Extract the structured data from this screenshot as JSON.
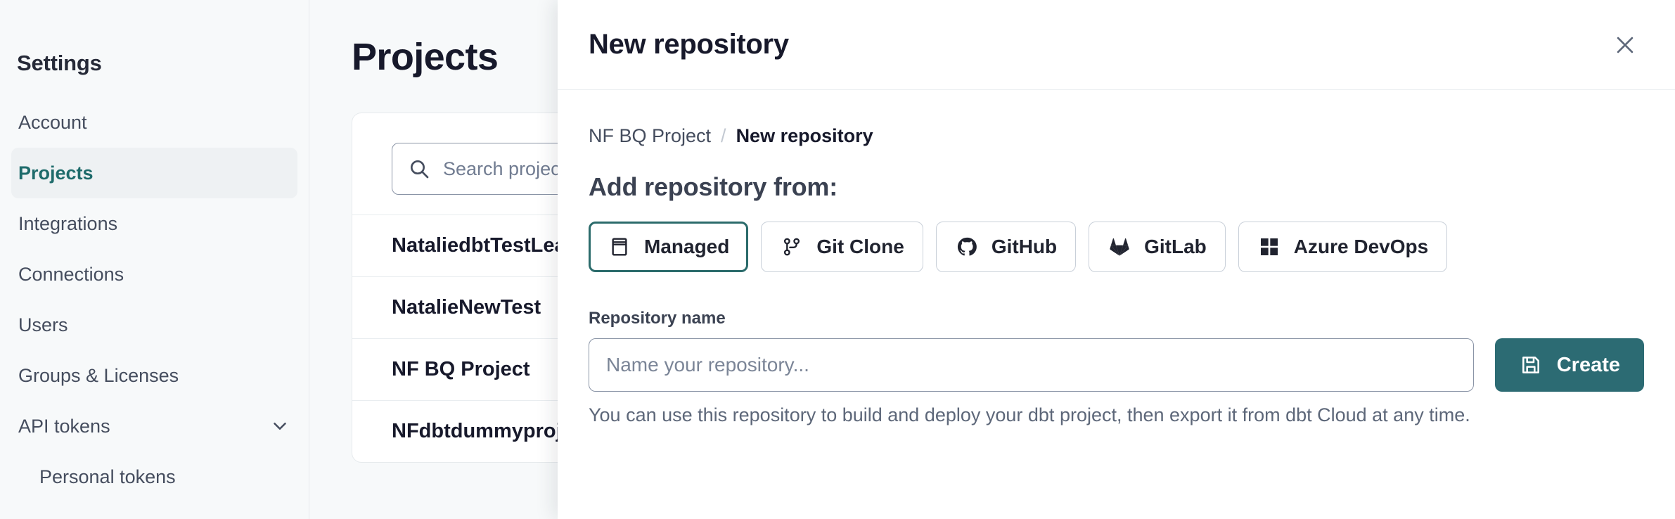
{
  "sidebar": {
    "title": "Settings",
    "items": [
      {
        "label": "Account",
        "active": false,
        "sub": false,
        "chevron": false
      },
      {
        "label": "Projects",
        "active": true,
        "sub": false,
        "chevron": false
      },
      {
        "label": "Integrations",
        "active": false,
        "sub": false,
        "chevron": false
      },
      {
        "label": "Connections",
        "active": false,
        "sub": false,
        "chevron": false
      },
      {
        "label": "Users",
        "active": false,
        "sub": false,
        "chevron": false
      },
      {
        "label": "Groups & Licenses",
        "active": false,
        "sub": false,
        "chevron": false
      },
      {
        "label": "API tokens",
        "active": false,
        "sub": false,
        "chevron": true
      },
      {
        "label": "Personal tokens",
        "active": false,
        "sub": true,
        "chevron": false
      }
    ]
  },
  "main": {
    "page_title": "Projects",
    "search": {
      "placeholder": "Search projects by name...",
      "value": ""
    },
    "projects": [
      {
        "name": "NataliedbtTestLearn T"
      },
      {
        "name": "NatalieNewTest"
      },
      {
        "name": "NF BQ Project"
      },
      {
        "name": "NFdbtdummyproject"
      }
    ]
  },
  "modal": {
    "title": "New repository",
    "close_label": "close-icon",
    "breadcrumb": {
      "parent": "NF BQ Project",
      "separator": "/",
      "current": "New repository"
    },
    "section_heading": "Add repository from:",
    "sources": [
      {
        "label": "Managed",
        "icon": "managed-icon",
        "selected": true
      },
      {
        "label": "Git Clone",
        "icon": "git-branch-icon",
        "selected": false
      },
      {
        "label": "GitHub",
        "icon": "github-icon",
        "selected": false
      },
      {
        "label": "GitLab",
        "icon": "gitlab-icon",
        "selected": false
      },
      {
        "label": "Azure DevOps",
        "icon": "azure-devops-icon",
        "selected": false
      }
    ],
    "repository_name": {
      "label": "Repository name",
      "placeholder": "Name your repository...",
      "value": ""
    },
    "create_label": "Create",
    "create_icon": "save-icon",
    "helper_text": "You can use this repository to build and deploy your dbt project, then export it from dbt Cloud at any time."
  },
  "colors": {
    "accent_teal": "#2c6b73",
    "selected_border": "#2b6b6b",
    "sidebar_active_text": "#1e6b6b",
    "text_dark": "#17192b",
    "text_muted": "#5d6779",
    "page_bg": "#f7f9fa"
  }
}
